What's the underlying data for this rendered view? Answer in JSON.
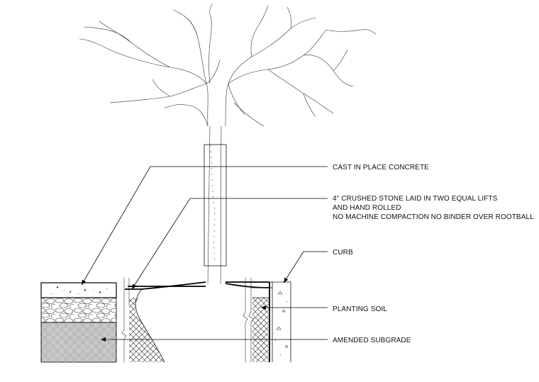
{
  "diagram": {
    "callouts": {
      "concrete": "CAST IN PLACE CONCRETE",
      "stone_line1": "4\"  CRUSHED STONE LAID IN TWO EQUAL LIFTS",
      "stone_line2": "AND HAND ROLLED",
      "stone_line3": "NO MACHINE COMPACTION NO BINDER OVER ROOTBALL",
      "curb": "CURB",
      "planting_soil": "PLANTING SOIL",
      "subgrade": "AMENDED SUBGRADE"
    }
  }
}
